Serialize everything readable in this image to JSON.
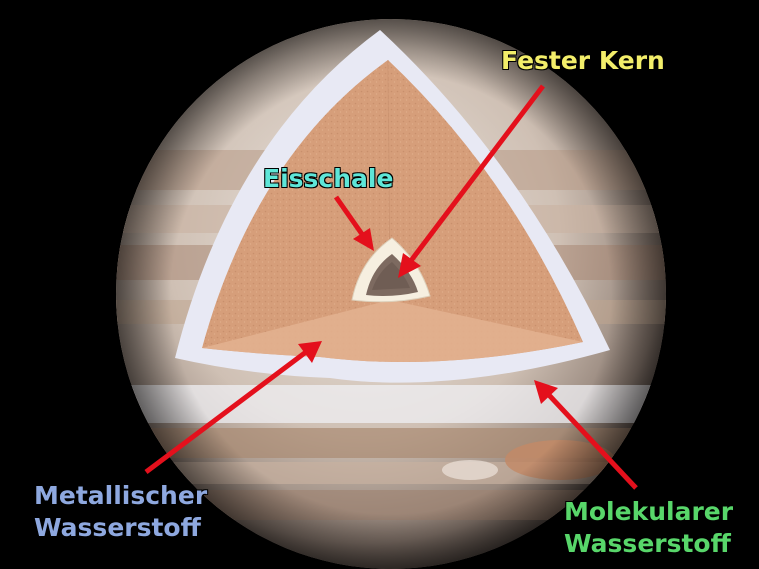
{
  "labels": {
    "solid_core": "Fester Kern",
    "ice_shell": "Eisschale",
    "metallic_hydrogen_line1": "Metallischer",
    "metallic_hydrogen_line2": "Wasserstoff",
    "molecular_hydrogen_line1": "Molekularer",
    "molecular_hydrogen_line2": "Wasserstoff"
  },
  "colors": {
    "background": "#000000",
    "arrow": "#e4101c",
    "solid_core_label": "#f3ee6a",
    "ice_shell_label": "#5ee6d8",
    "metallic_hydrogen_label": "#8ea8df",
    "molecular_hydrogen_label": "#58d66a",
    "interior": "#d9a07c",
    "shell": "#e8e9f4"
  }
}
